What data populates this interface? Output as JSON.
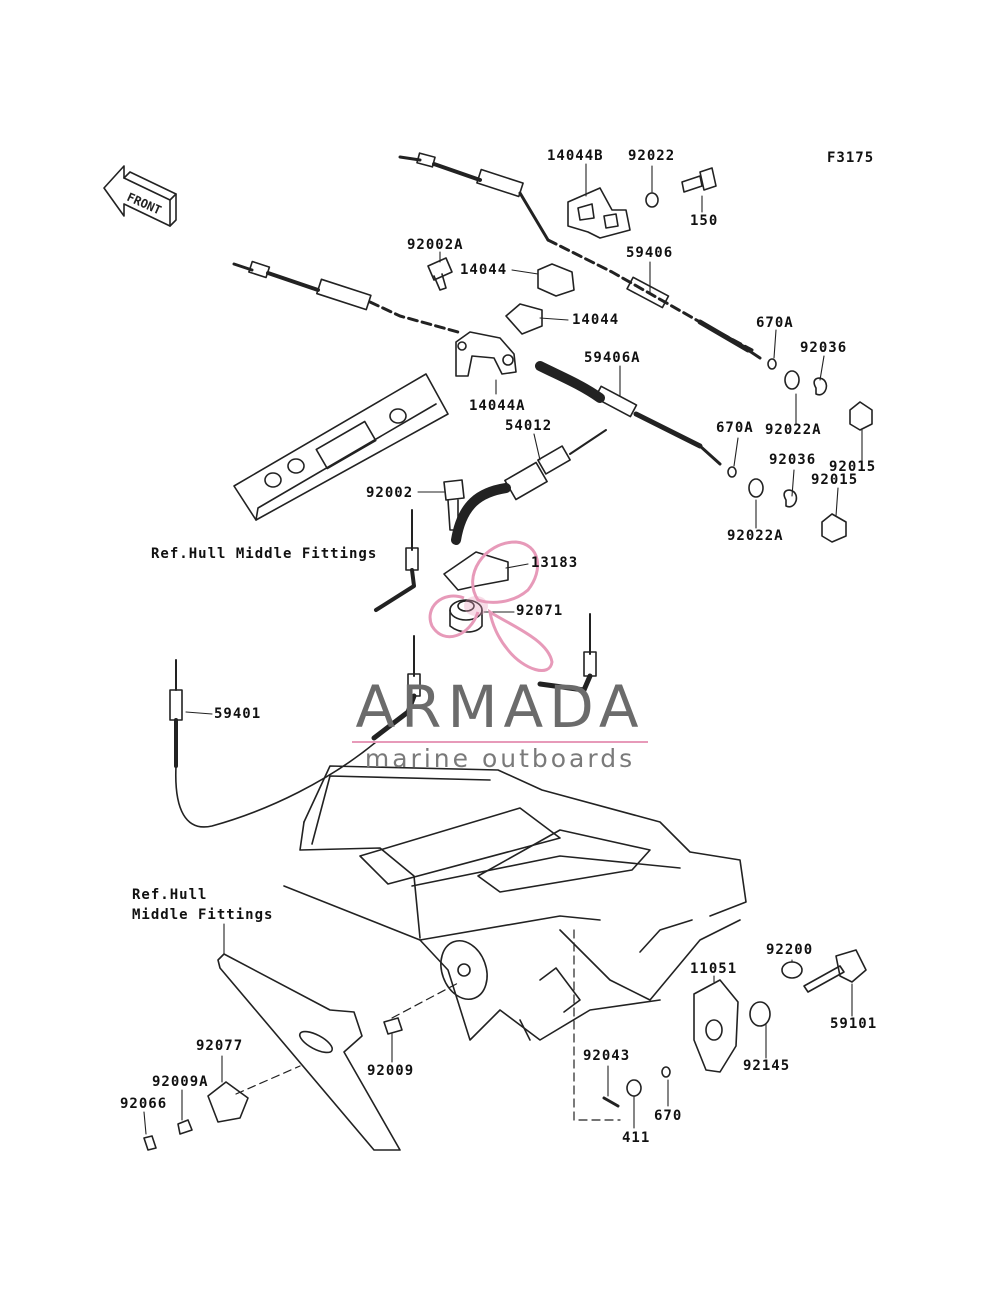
{
  "diagram": {
    "figure_code": "F3175",
    "front_arrow_text": "FRONT",
    "parts": {
      "p14044B": "14044B",
      "p92022": "92022",
      "p150": "150",
      "p59406": "59406",
      "p92002A": "92002A",
      "p14044_top": "14044",
      "p14044_bottom": "14044",
      "p14044A": "14044A",
      "p670A_upper": "670A",
      "p92036_upper": "92036",
      "p59406A": "59406A",
      "p54012": "54012",
      "p92022A_upper": "92022A",
      "p92015_upper": "92015",
      "p670A_lower": "670A",
      "p92036_lower": "92036",
      "p92015_lower": "92015",
      "p92002": "92002",
      "p92022A_lower": "92022A",
      "p13183": "13183",
      "p92071": "92071",
      "p59401": "59401",
      "p92200": "92200",
      "p11051": "11051",
      "p59101": "59101",
      "p92145": "92145",
      "p92077": "92077",
      "p92009A": "92009A",
      "p92066": "92066",
      "p92009": "92009",
      "p92043": "92043",
      "p670": "670",
      "p411": "411"
    },
    "references": {
      "ref_upper": "Ref.Hull Middle Fittings",
      "ref_lower_line1": "Ref.Hull",
      "ref_lower_line2": "Middle Fittings"
    }
  },
  "watermark": {
    "title": "ARMADA",
    "subtitle": "marine outboards",
    "accent_color": "#e79ab9",
    "text_color": "#6b6b6b"
  }
}
